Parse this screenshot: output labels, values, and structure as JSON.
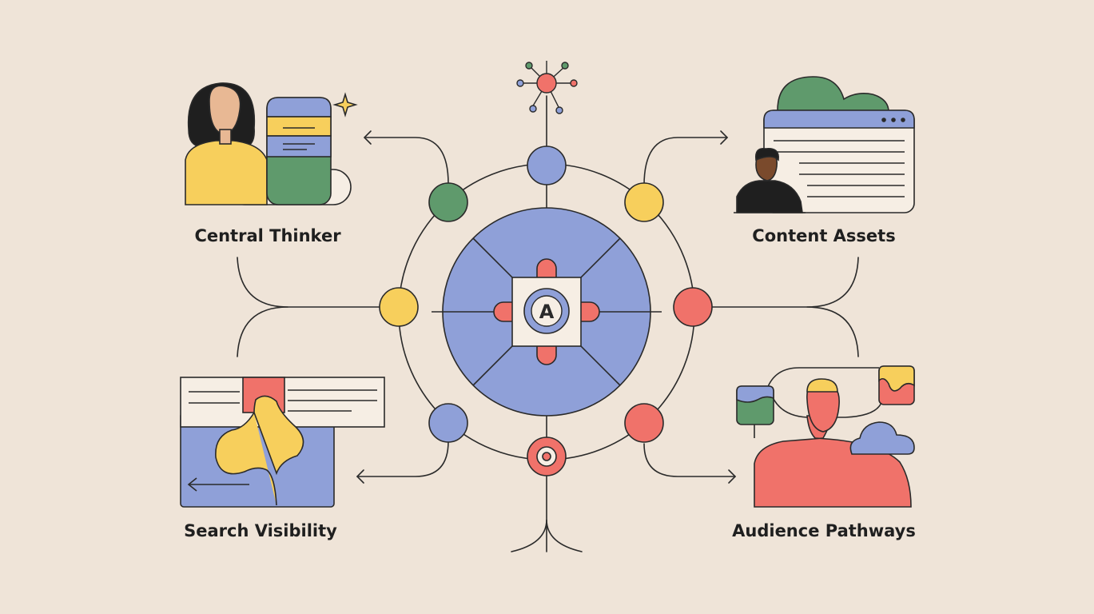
{
  "labels": {
    "central_thinker": "Central Thinker",
    "content_assets": "Content Assets",
    "search_visibility": "Search Visibility",
    "audience_pathways": "Audience Pathways"
  },
  "center_badge": "A",
  "colors": {
    "background": "#efe4d8",
    "blue": "#8fa0d8",
    "green": "#5f9a6c",
    "yellow": "#f7cf5c",
    "red": "#f0726a",
    "line": "#2a2a2a",
    "panel": "#f6eee4"
  },
  "icons": [
    "person-icon",
    "document-stack-icon",
    "sparkle-icon",
    "browser-window-icon",
    "cloud-icon",
    "map-icon",
    "arrow-icon",
    "target-icon"
  ]
}
